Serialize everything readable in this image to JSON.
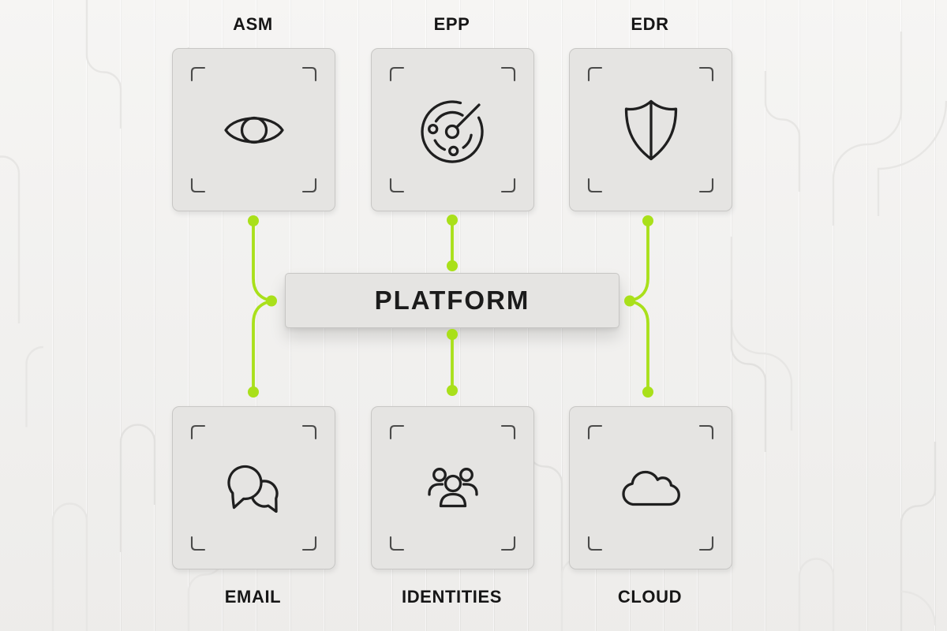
{
  "platform": {
    "label": "PLATFORM"
  },
  "nodes": [
    {
      "id": "asm",
      "label": "ASM",
      "icon": "eye-icon",
      "row": "top",
      "connected_to": "platform"
    },
    {
      "id": "epp",
      "label": "EPP",
      "icon": "radar-icon",
      "row": "top",
      "connected_to": "platform"
    },
    {
      "id": "edr",
      "label": "EDR",
      "icon": "shield-icon",
      "row": "top",
      "connected_to": "platform"
    },
    {
      "id": "email",
      "label": "EMAIL",
      "icon": "chat-bubbles-icon",
      "row": "bottom",
      "connected_to": "platform"
    },
    {
      "id": "identities",
      "label": "IDENTITIES",
      "icon": "people-icon",
      "row": "bottom",
      "connected_to": "platform"
    },
    {
      "id": "cloud",
      "label": "CLOUD",
      "icon": "cloud-icon",
      "row": "bottom",
      "connected_to": "platform"
    }
  ],
  "theme": {
    "accent": "#a9e01a",
    "card-bg": "#e5e4e2",
    "canvas-bg": "#f2f1ef",
    "icon-stroke": "#1f1f1f",
    "label-color": "#161616",
    "platform-text": "#1b1b1b",
    "bracket-color": "#4b4b4a"
  }
}
